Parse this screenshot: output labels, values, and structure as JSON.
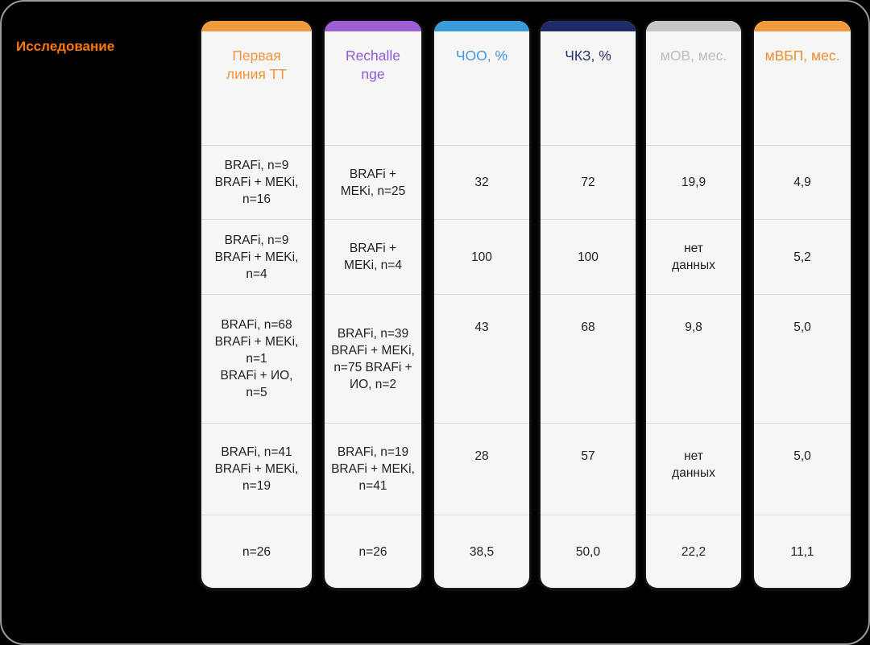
{
  "page": {
    "label": "Исследование",
    "label_color": "#FF7800",
    "background_color": "#000000",
    "card_background": "#F6F6F6",
    "separator_color": "#DBDBDB"
  },
  "columns": [
    {
      "id": "first-line-tt",
      "header_lines": [
        "Первая",
        "линия ТТ"
      ],
      "bar_color": "#F09B3C",
      "text_color": "#F0953C",
      "cells": [
        [
          "BRAFi, n=9",
          "BRAFi + MEKi,",
          "n=16"
        ],
        [
          "BRAFi, n=9",
          "BRAFi + MEKi,",
          "n=4"
        ],
        [
          "BRAFi, n=68",
          "BRAFi + MEKi,",
          "n=1",
          "BRAFi + ИО,",
          "n=5"
        ],
        [
          "BRAFi, n=41",
          "BRAFi + MEKi,",
          "n=19"
        ],
        [
          "n=26"
        ]
      ]
    },
    {
      "id": "rechallenge",
      "header_lines": [
        "Rechalle",
        "nge"
      ],
      "bar_color": "#9D60D4",
      "text_color": "#8E5BD3",
      "cells": [
        [
          "BRAFi +",
          "MEKi, n=25"
        ],
        [
          "BRAFi +",
          "MEKi, n=4"
        ],
        [
          "BRAFi, n=39",
          "BRAFi + MEKi,",
          "n=75 BRAFi +",
          "ИО, n=2"
        ],
        [
          "BRAFi, n=19",
          "BRAFi + MEKi,",
          "n=41"
        ],
        [
          "n=26"
        ]
      ]
    },
    {
      "id": "choo-percent",
      "header_lines": [
        "ЧОО, %"
      ],
      "bar_color": "#3A9BDC",
      "text_color": "#4097DB",
      "cells": [
        [
          "32"
        ],
        [
          "100"
        ],
        [
          "43"
        ],
        [
          "28"
        ],
        [
          "38,5"
        ]
      ]
    },
    {
      "id": "chkz-percent",
      "header_lines": [
        "ЧКЗ, %"
      ],
      "bar_color": "#202A68",
      "text_color": "#2A336F",
      "cells": [
        [
          "72"
        ],
        [
          "100"
        ],
        [
          "68"
        ],
        [
          "57"
        ],
        [
          "50,0"
        ]
      ]
    },
    {
      "id": "mov-months",
      "header_lines": [
        "мОВ, мес."
      ],
      "bar_color": "#C6C6C7",
      "text_color": "#BDBDBF",
      "cells": [
        [
          "19,9"
        ],
        [
          "нет",
          "данных"
        ],
        [
          "9,8"
        ],
        [
          "нет",
          "данных"
        ],
        [
          "22,2"
        ]
      ]
    },
    {
      "id": "mvbp-months",
      "header_lines": [
        "мВБП, мес."
      ],
      "bar_color": "#F09B3C",
      "text_color": "#EB8D2E",
      "cells": [
        [
          "4,9"
        ],
        [
          "5,2"
        ],
        [
          "5,0"
        ],
        [
          "5,0"
        ],
        [
          "11,1"
        ]
      ]
    }
  ],
  "chart_data": {
    "type": "table",
    "columns": [
      "Исследование",
      "Первая линия ТТ",
      "Rechallenge",
      "ЧОО, %",
      "ЧКЗ, %",
      "мОВ, мес.",
      "мВБП, мес."
    ],
    "rows": [
      [
        "",
        "BRAFi, n=9 BRAFi + MEKi, n=16",
        "BRAFi + MEKi, n=25",
        "32",
        "72",
        "19,9",
        "4,9"
      ],
      [
        "",
        "BRAFi, n=9 BRAFi + MEKi, n=4",
        "BRAFi + MEKi, n=4",
        "100",
        "100",
        "нет данных",
        "5,2"
      ],
      [
        "",
        "BRAFi, n=68 BRAFi + MEKi, n=1 BRAFi + ИО, n=5",
        "BRAFi, n=39 BRAFi + MEKi, n=75 BRAFi + ИО, n=2",
        "43",
        "68",
        "9,8",
        "5,0"
      ],
      [
        "",
        "BRAFi, n=41 BRAFi + MEKi, n=19",
        "BRAFi, n=19 BRAFi + MEKi, n=41",
        "28",
        "57",
        "нет данных",
        "5,0"
      ],
      [
        "",
        "n=26",
        "n=26",
        "38,5",
        "50,0",
        "22,2",
        "11,1"
      ]
    ]
  }
}
